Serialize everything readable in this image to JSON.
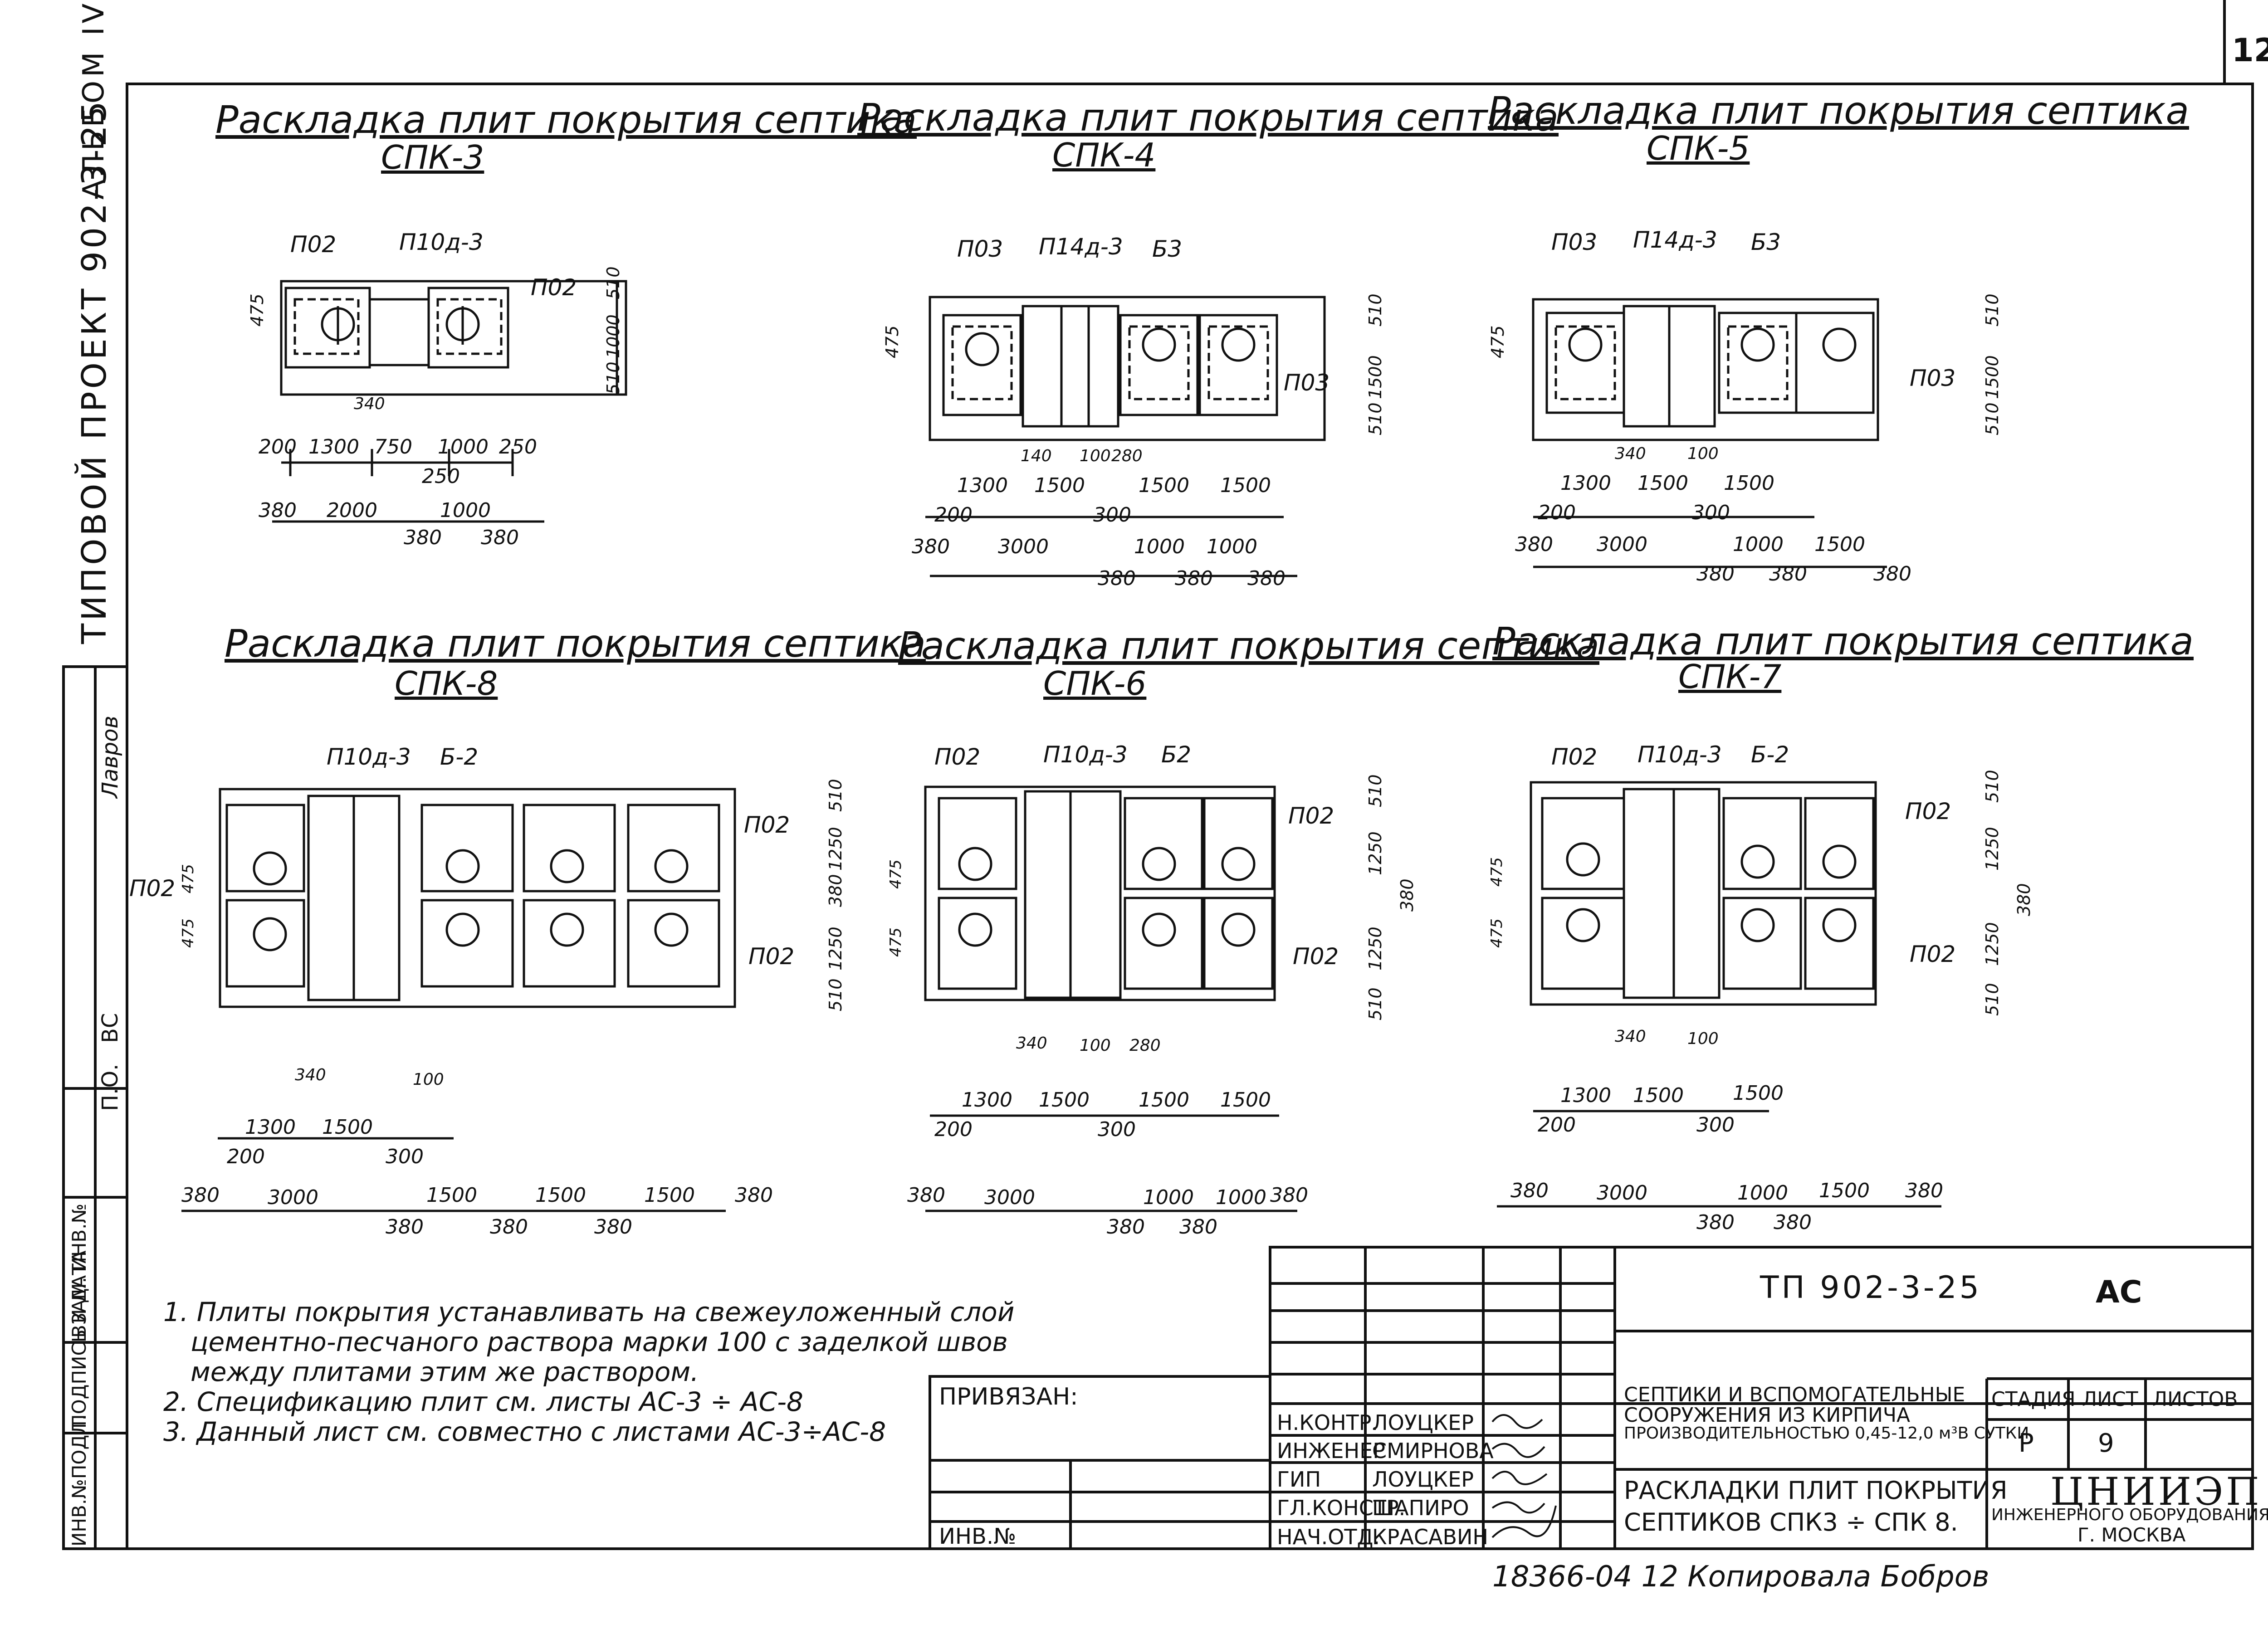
{
  "sheet": {
    "number": "12",
    "album": "АЛЬБОМ IV",
    "project": "ТИПОВОЙ ПРОЕКТ 902-3-25"
  },
  "left_stamp": {
    "cols": [
      "ИНВ.№ПОДЛ.",
      "ПОДПИСЬ И ДАТА",
      "ВЗАМ. ИНВ.№",
      "П.О.",
      "ВС",
      "Лавров"
    ]
  },
  "diagrams": [
    {
      "title": "Раскладка плит покрытия септика",
      "subtitle": "СПК-3",
      "labels": [
        "П02",
        "П10д-3",
        "П02"
      ],
      "dims_h": [
        "200",
        "1300",
        "750",
        "1000",
        "250",
        "250",
        "340",
        "380",
        "2000",
        "1000",
        "380",
        "380"
      ],
      "dims_v": [
        "510",
        "1000",
        "510",
        "475"
      ]
    },
    {
      "title": "Раскладка плит покрытия септика",
      "subtitle": "СПК-4",
      "labels": [
        "П03",
        "П14д-3",
        "Б3",
        "П03"
      ],
      "dims_h": [
        "1300",
        "1500",
        "1500",
        "1500",
        "200",
        "300",
        "140",
        "100",
        "280",
        "380",
        "3000",
        "1000",
        "1000",
        "380",
        "380",
        "380"
      ],
      "dims_v": [
        "510",
        "1500",
        "510",
        "475"
      ]
    },
    {
      "title": "Раскладка плит покрытия септика",
      "subtitle": "СПК-5",
      "labels": [
        "П03",
        "П14д-3",
        "Б3",
        "П03"
      ],
      "dims_h": [
        "1300",
        "1500",
        "1500",
        "200",
        "300",
        "340",
        "100",
        "380",
        "3000",
        "1000",
        "1500",
        "380",
        "380",
        "380"
      ],
      "dims_v": [
        "510",
        "1500",
        "510",
        "475"
      ]
    },
    {
      "title": "Раскладка плит покрытия септика",
      "subtitle": "СПК-8",
      "labels": [
        "П10д-3",
        "Б-2",
        "П02",
        "П02",
        "П02"
      ],
      "dims_h": [
        "340",
        "100",
        "1300",
        "1500",
        "200",
        "300",
        "380",
        "3000",
        "1500",
        "1500",
        "1500",
        "380",
        "380",
        "380",
        "380"
      ],
      "dims_v": [
        "510",
        "1250",
        "380",
        "1250",
        "510",
        "475",
        "475"
      ]
    },
    {
      "title": "Раскладка плит покрытия септика",
      "subtitle": "СПК-6",
      "labels": [
        "П02",
        "П10д-3",
        "Б2",
        "П02",
        "П02"
      ],
      "dims_h": [
        "340",
        "100",
        "280",
        "1300",
        "1500",
        "1500",
        "1500",
        "200",
        "300",
        "380",
        "3000",
        "1000",
        "1000",
        "380",
        "380",
        "380"
      ],
      "dims_v": [
        "510",
        "1250",
        "380",
        "1250",
        "510",
        "475",
        "475"
      ]
    },
    {
      "title": "Раскладка плит покрытия септика",
      "subtitle": "СПК-7",
      "labels": [
        "П02",
        "П10д-3",
        "Б-2",
        "П02",
        "П02"
      ],
      "dims_h": [
        "340",
        "100",
        "1300",
        "1500",
        "1500",
        "200",
        "300",
        "380",
        "3000",
        "1000",
        "1500",
        "380",
        "380",
        "380",
        "380"
      ],
      "dims_v": [
        "510",
        "1250",
        "380",
        "1250",
        "510",
        "475",
        "475"
      ]
    }
  ],
  "notes": [
    "1. Плиты покрытия устанавливать на свежеуложенный слой",
    "цементно-песчаного раствора марки 100 с заделкой швов",
    "между плитами этим же раствором.",
    "2. Спецификацию плит см. листы АС-3 ÷ АС-8",
    "3. Данный лист см. совместно с листами АС-3÷АС-8"
  ],
  "title_block": {
    "code": "ТП 902-3-25",
    "mark": "АС",
    "privyazan": "ПРИВЯЗАН:",
    "inv": "ИНВ.№",
    "roles": [
      "Н.КОНТР.",
      "ИНЖЕНЕР",
      "ГИП",
      "ГЛ.КОНСТР.",
      "НАЧ.ОТД."
    ],
    "names": [
      "ЛОУЦКЕР",
      "СМИРНОВА",
      "ЛОУЦКЕР",
      "ШАПИРО",
      "КРАСАВИН"
    ],
    "object_desc": [
      "СЕПТИКИ И ВСПОМОГАТЕЛЬНЫЕ",
      "СООРУЖЕНИЯ ИЗ КИРПИЧА",
      "ПРОИЗВОДИТЕЛЬНОСТЬЮ 0,45-12,0 м³В СУТКИ"
    ],
    "sheet_title": [
      "РАСКЛАДКИ ПЛИТ ПОКРЫТИЯ",
      "СЕПТИКОВ СПК3 ÷ СПК 8."
    ],
    "stage_h": "СТАДИЯ",
    "sheet_h": "ЛИСТ",
    "sheets_h": "ЛИСТОВ",
    "stage": "Р",
    "sheet": "9",
    "sheets": "",
    "org": "ЦНИИЭП",
    "org_sub": "ИНЖЕНЕРНОГО ОБОРУДОВАНИЯ",
    "city": "Г. МОСКВА"
  },
  "footer": "18366-04 12 Копировала Бобров"
}
